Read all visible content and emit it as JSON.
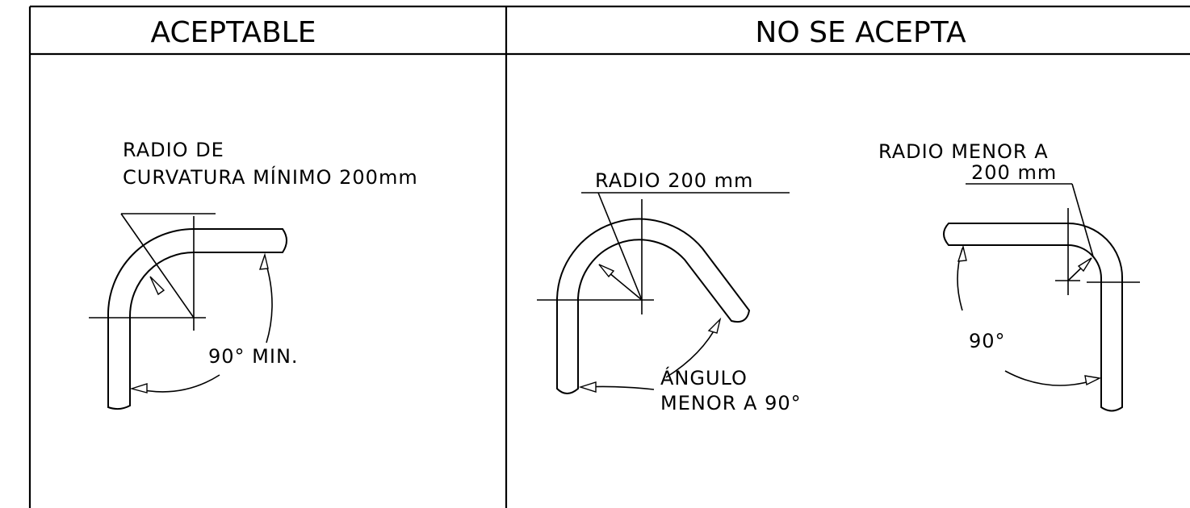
{
  "headers": {
    "acceptable": "ACEPTABLE",
    "not_accepted": "NO SE ACEPTA"
  },
  "acceptable": {
    "radius_label_line1": "RADIO DE",
    "radius_label_line2": "CURVATURA MÍNIMO 200mm",
    "angle_label": "90° MIN."
  },
  "not_accepted_angle": {
    "radius_label": "RADIO 200 mm",
    "angle_label_line1": "ÁNGULO",
    "angle_label_line2": "MENOR A 90°"
  },
  "not_accepted_radius": {
    "radius_label_line1": "RADIO MENOR A",
    "radius_label_line2": "200 mm",
    "angle_label": "90°"
  }
}
